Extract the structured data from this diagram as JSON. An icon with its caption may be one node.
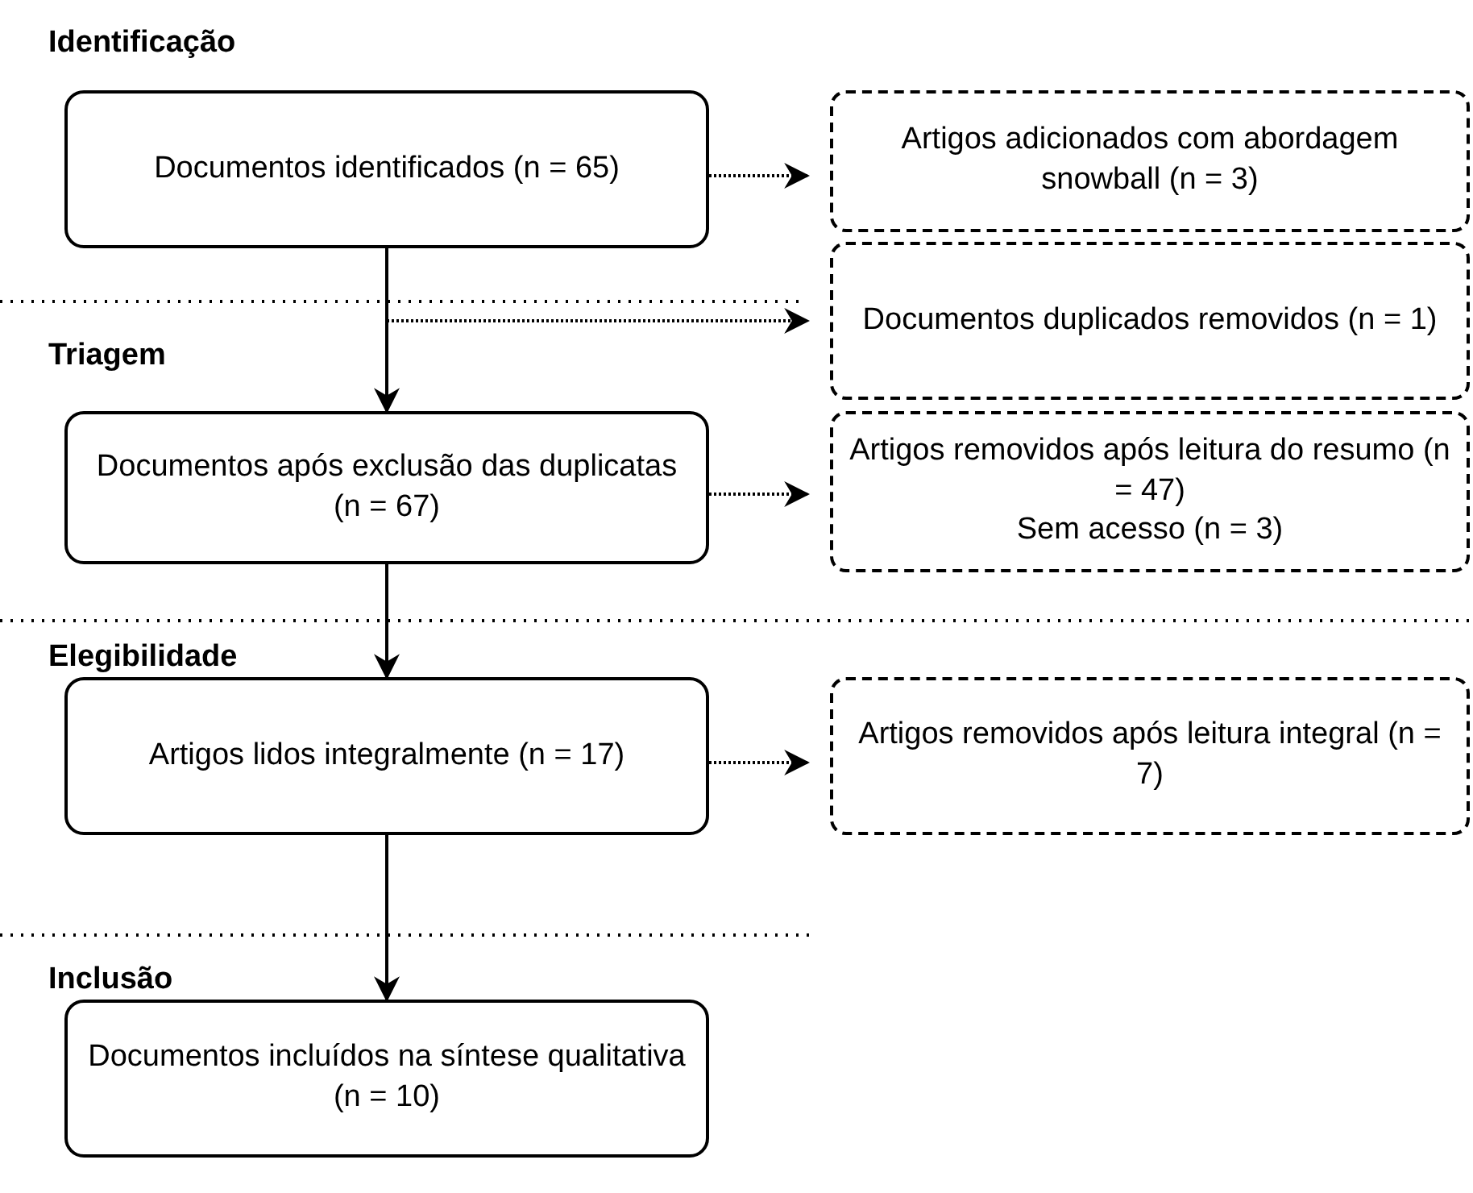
{
  "diagram": {
    "nodes": [
      {
        "text": [
          "Documentos identificados (n = 65)"
        ]
      },
      {
        "text": [
          "Artigos adicionados com abordagem snowball (n = 3)"
        ]
      },
      {
        "text": [
          "Documentos duplicados removidos (n = 1)"
        ]
      },
      {
        "text": [
          "Documentos após exclusão das duplicatas (n = 67)"
        ]
      },
      {
        "text": [
          "Artigos removidos após leitura do resumo (n = 47)",
          "Sem acesso (n = 3)"
        ]
      },
      {
        "text": [
          "Artigos lidos integralmente (n = 17)"
        ]
      },
      {
        "text": [
          "Artigos removidos após leitura integral (n = 7)"
        ]
      },
      {
        "text": [
          "Documentos incluídos na síntese qualitativa (n = 10)"
        ]
      }
    ],
    "edges": [
      {
        "from": 0,
        "to": 1,
        "arrow": "to",
        "style": "dashed"
      },
      {
        "from": 0,
        "to": 3,
        "arrow": "to"
      },
      {
        "from": 0,
        "to": 2,
        "arrow": "to",
        "style": "dashed"
      },
      {
        "from": 3,
        "to": 4,
        "arrow": "to",
        "style": "dashed"
      },
      {
        "from": 3,
        "to": 5,
        "arrow": "to"
      },
      {
        "from": 5,
        "to": 6,
        "arrow": "to",
        "style": "dashed"
      },
      {
        "from": 5,
        "to": 7,
        "arrow": "to"
      }
    ],
    "labels": [
      "Identificação",
      "Triagem",
      "Elegibilidade",
      "Inclusão"
    ]
  }
}
